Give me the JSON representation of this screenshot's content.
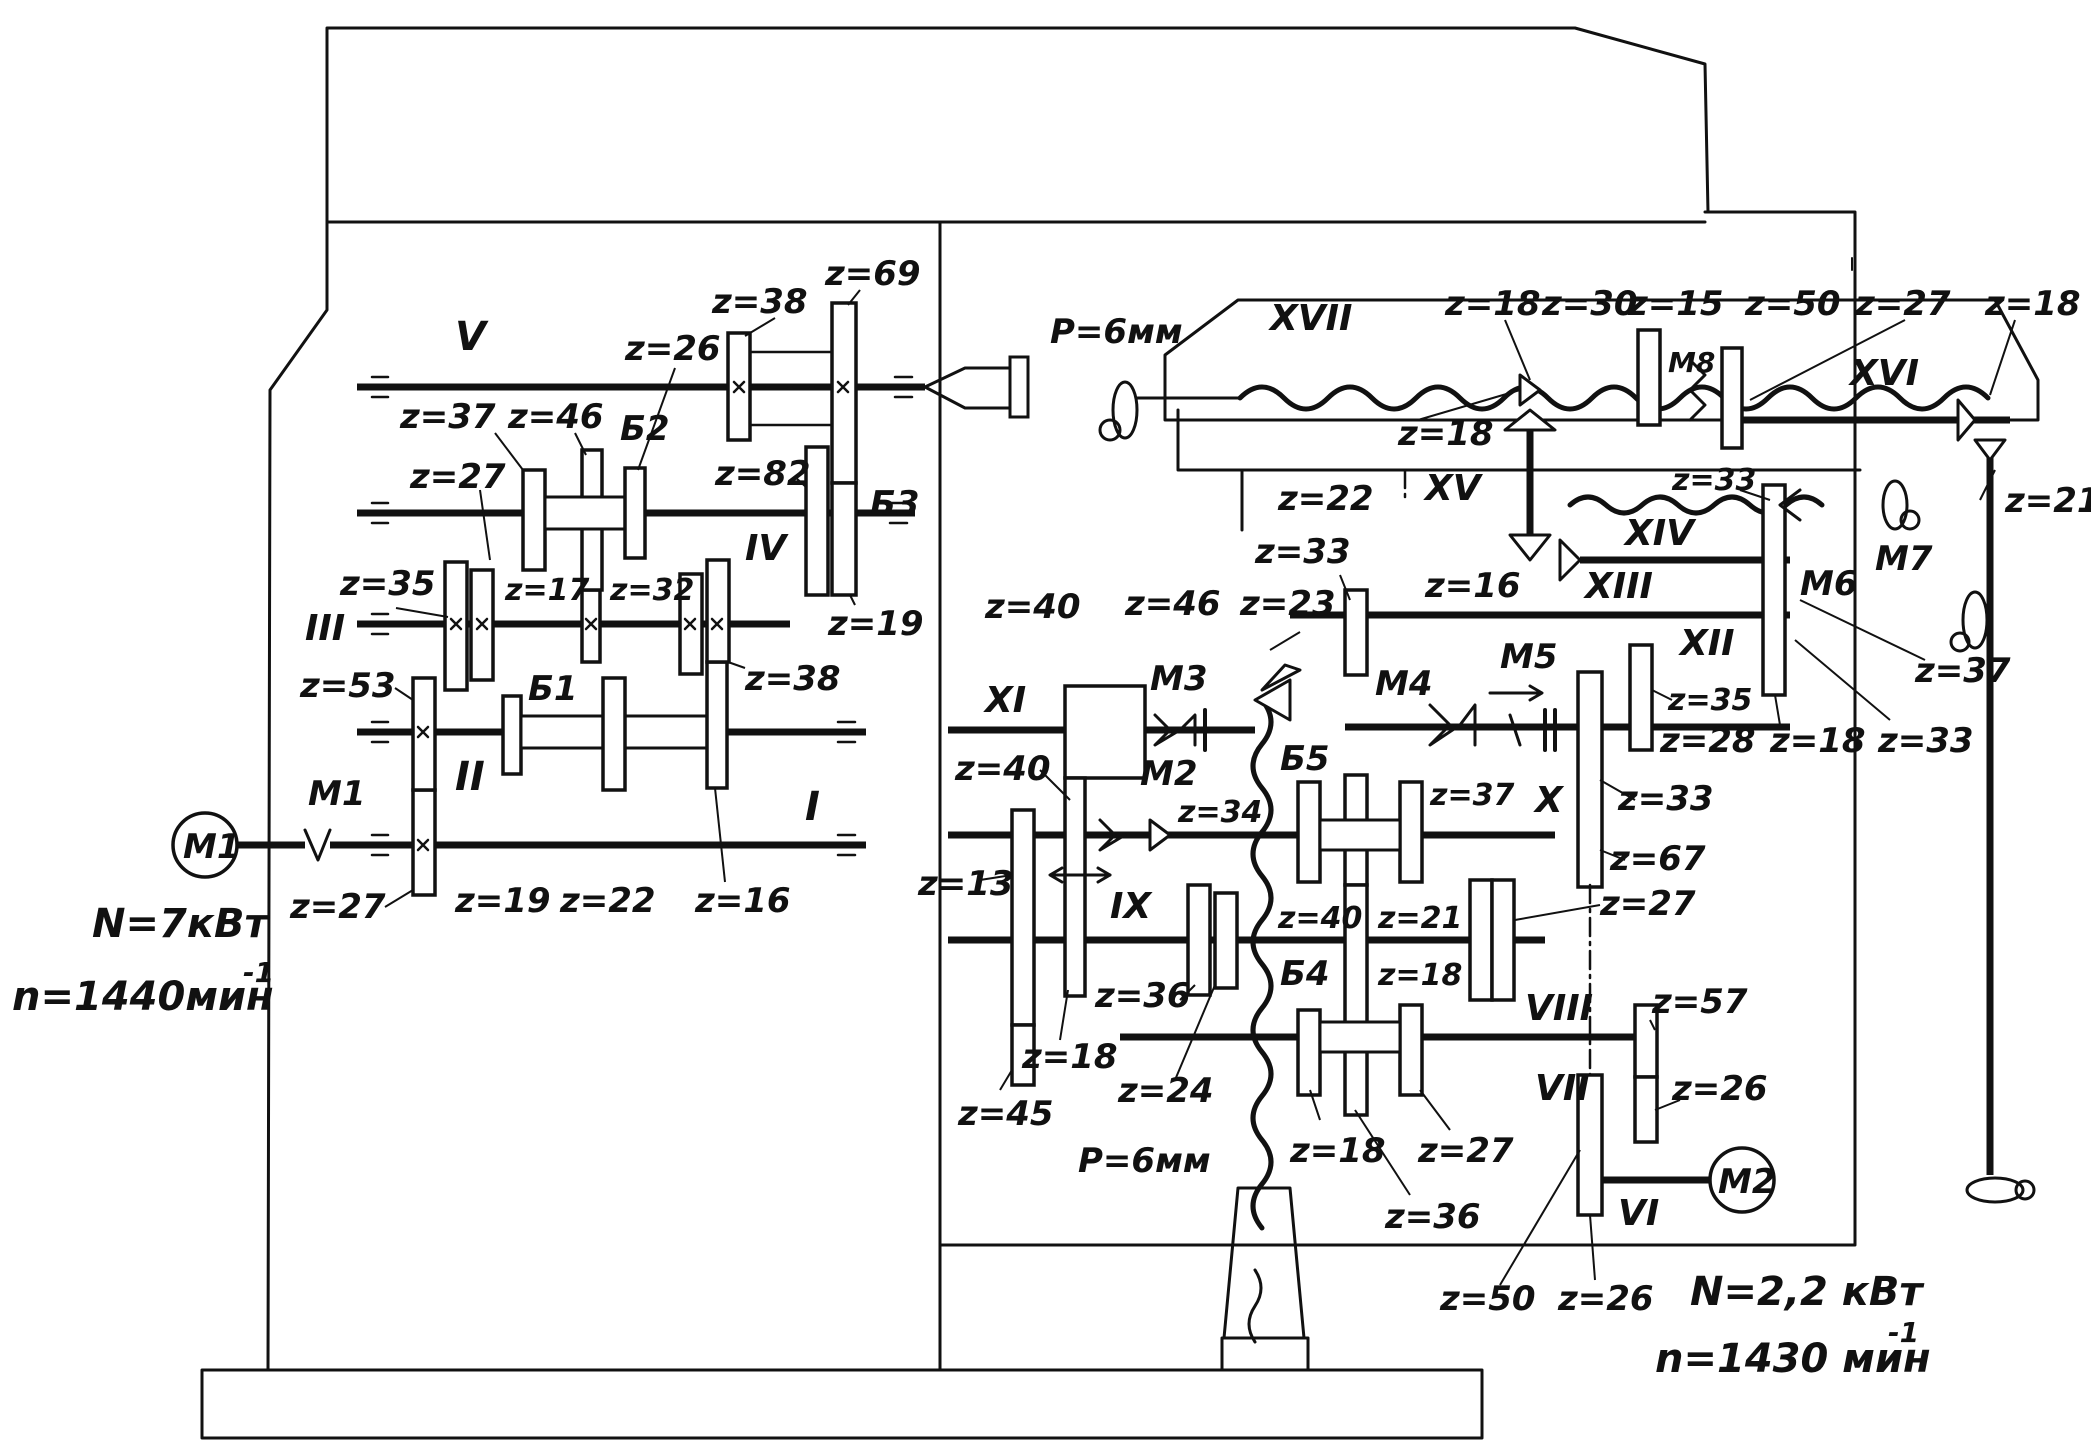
{
  "motors": {
    "m1": {
      "label": "M1",
      "power": "N=7кВт",
      "speed": "n=1440мин",
      "speed_exp": "-1"
    },
    "m2": {
      "label": "M2",
      "power": "N=2,2 кВт",
      "speed": "n=1430 мин",
      "speed_exp": "-1"
    }
  },
  "shaft_numerals": {
    "I": "I",
    "II": "II",
    "III": "III",
    "IV": "IV",
    "V": "V",
    "VI": "VI",
    "VII": "VII",
    "VIII": "VIII",
    "IX": "IX",
    "X": "X",
    "XI": "XI",
    "XII": "XII",
    "XIII": "XIII",
    "XIV": "XIV",
    "XV": "XV",
    "XVI": "XVI",
    "XVII": "XVII"
  },
  "clutches": {
    "M1": "M1",
    "M2": "M2",
    "M3": "M3",
    "M4": "M4",
    "M5": "M5",
    "M6": "M6",
    "M7": "M7",
    "M8": "M8"
  },
  "blocks": {
    "b1": "Б1",
    "b2": "Б2",
    "b3": "Б3",
    "b4": "Б4",
    "b5": "Б5"
  },
  "pitch": {
    "lead_screw_top": "P=6мм",
    "vertical_screw": "P=6мм"
  },
  "gears_main_drive": [
    "z=27",
    "z=53",
    "z=19",
    "z=22",
    "z=16",
    "z=38",
    "z=35",
    "z=27",
    "z=37",
    "z=46",
    "z=17",
    "z=32",
    "z=26",
    "z=38",
    "z=69",
    "z=82",
    "z=19"
  ],
  "gears_feed_drive": [
    "z=40",
    "z=40",
    "z=13",
    "z=45",
    "z=18",
    "z=34",
    "z=36",
    "z=24",
    "z=46",
    "z=23",
    "z=22",
    "z=33",
    "z=40",
    "z=21",
    "z=18",
    "z=18",
    "z=36",
    "z=27",
    "z=37",
    "z=33",
    "z=67",
    "z=27",
    "z=57",
    "z=26",
    "z=50",
    "z=26",
    "z=35",
    "z=28",
    "z=18",
    "z=33",
    "z=33",
    "z=16",
    "z=37",
    "z=18",
    "z=18",
    "z=30",
    "z=15",
    "z=50",
    "z=27",
    "z=18",
    "z=21"
  ]
}
